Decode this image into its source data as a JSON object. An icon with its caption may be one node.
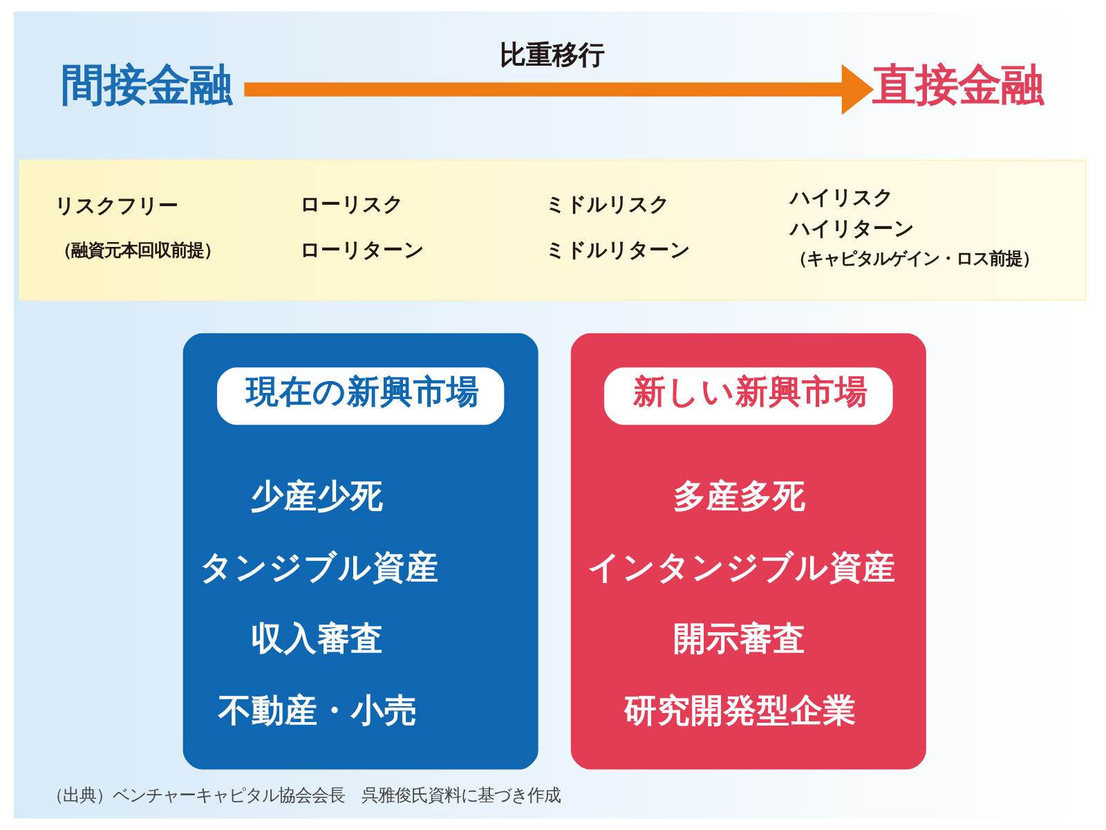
{
  "diagram": {
    "caption": "（出典）ベンチャーキャピタル協会会長　呉雅俊氏資料に基づき作成",
    "nodes": [
      {
        "text": [
          "間接金融"
        ]
      },
      {
        "text": [
          "直接金融"
        ]
      },
      {
        "text": [
          "リスクフリー",
          "（融資元本回収前提）",
          "ローリスク",
          "ローリターン",
          "ミドルリスク",
          "ミドルリターン",
          "ハイリスク",
          "ハイリターン",
          "（キャピタルゲイン・ロス前提）"
        ]
      },
      {
        "text": [
          "少産少死",
          "タンジブル資産",
          "収入審査",
          "不動産・小売"
        ]
      },
      {
        "text": [
          "現在の新興市場"
        ],
        "in": 3
      },
      {
        "text": [
          "多産多死",
          "インタンジブル資産",
          "開示審査",
          "研究開発型企業"
        ]
      },
      {
        "text": [
          "新しい新興市場"
        ],
        "in": 5
      }
    ],
    "edges": [
      {
        "from": 0,
        "to": 1,
        "arrow": "to",
        "label": "比重移行",
        "color": "#ee7a14"
      }
    ]
  }
}
